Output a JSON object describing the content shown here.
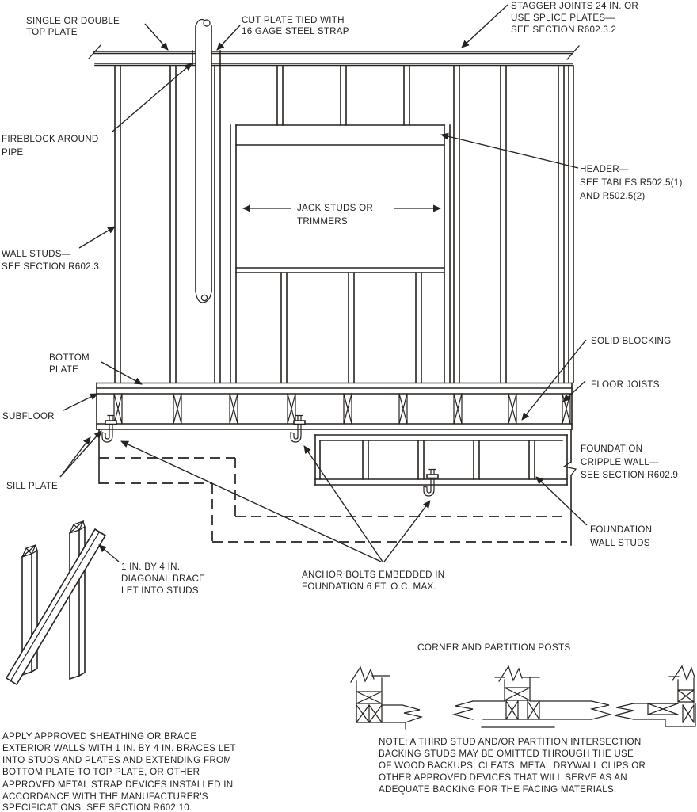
{
  "labels": {
    "top_plate_1": "SINGLE OR DOUBLE",
    "top_plate_2": "TOP PLATE",
    "cut_plate_1": "CUT PLATE TIED WITH",
    "cut_plate_2": "16 GAGE STEEL STRAP",
    "stagger_1": "STAGGER JOINTS 24 IN. OR",
    "stagger_2": "USE SPLICE PLATES—",
    "stagger_3": "SEE SECTION R602.3.2",
    "fireblock_1": "FIREBLOCK AROUND",
    "fireblock_2": "PIPE",
    "header_1": "HEADER—",
    "header_2": "SEE TABLES R502.5(1)",
    "header_3": "AND R502.5(2)",
    "jack_studs_1": "JACK STUDS OR",
    "jack_studs_2": "TRIMMERS",
    "wall_studs_1": "WALL STUDS—",
    "wall_studs_2": "SEE SECTION R602.3",
    "solid_blocking": "SOLID BLOCKING",
    "floor_joists": "FLOOR JOISTS",
    "bottom_plate_1": "BOTTOM",
    "bottom_plate_2": "PLATE",
    "subfloor": "SUBFLOOR",
    "sill_plate": "SILL PLATE",
    "cripple_wall_1": "FOUNDATION",
    "cripple_wall_2": "CRIPPLE WALL—",
    "cripple_wall_3": "SEE SECTION R602.9",
    "foundation_studs_1": "FOUNDATION",
    "foundation_studs_2": "WALL STUDS",
    "anchor_bolts_1": "ANCHOR BOLTS EMBEDDED IN",
    "anchor_bolts_2": "FOUNDATION 6 FT. O.C. MAX.",
    "diagonal_brace_1": "1 IN. BY 4 IN.",
    "diagonal_brace_2": "DIAGONAL BRACE",
    "diagonal_brace_3": "LET INTO STUDS",
    "corner_heading": "CORNER AND PARTITION POSTS"
  },
  "paragraphs": {
    "sheathing_note": [
      "APPLY APPROVED SHEATHING OR BRACE",
      "EXTERIOR WALLS WITH 1 IN. BY 4 IN. BRACES LET",
      "INTO STUDS AND PLATES AND EXTENDING FROM",
      "BOTTOM PLATE TO TOP PLATE, OR OTHER",
      "APPROVED METAL STRAP DEVICES INSTALLED IN",
      "ACCORDANCE WITH THE MANUFACTURER'S",
      "SPECIFICATIONS. SEE SECTION R602.10."
    ],
    "corner_note": [
      "NOTE: A THIRD STUD AND/OR PARTITION INTERSECTION",
      "BACKING STUDS MAY BE OMITTED THROUGH THE USE",
      "OF WOOD BACKUPS, CLEATS, METAL DRYWALL CLIPS OR",
      "OTHER APPROVED DEVICES THAT WILL SERVE AS AN",
      "ADEQUATE BACKING FOR THE FACING MATERIALS."
    ]
  },
  "colors": {
    "ink": "#26221f",
    "background": "#ffffff"
  }
}
